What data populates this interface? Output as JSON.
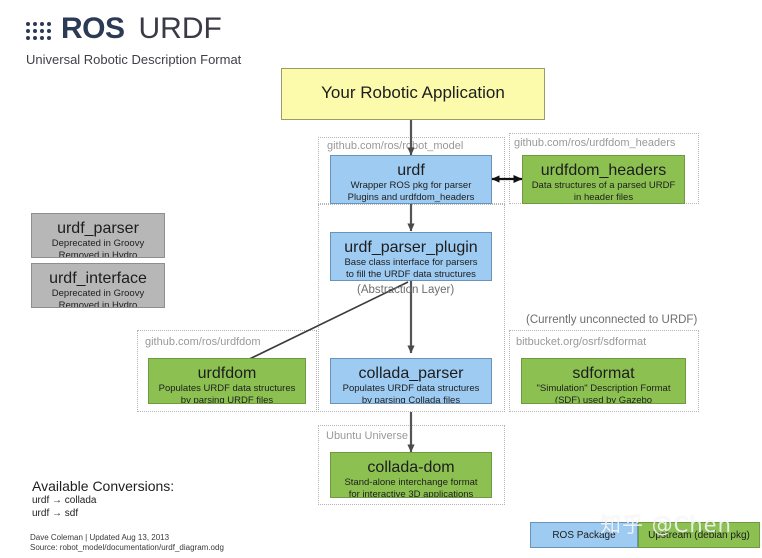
{
  "header": {
    "logo_text": "ROS",
    "logo_icon": "ros-dot-grid-icon",
    "title": "URDF",
    "subtitle": "Universal Robotic Description Format"
  },
  "nodes": {
    "app": {
      "title": "Your Robotic Application",
      "desc": "",
      "color": "#fbfbab"
    },
    "urdf": {
      "title": "urdf",
      "desc_line1": "Wrapper ROS pkg for parser",
      "desc_line2": "Plugins and urdfdom_headers",
      "color": "#9ecbf2"
    },
    "urdfdom_headers": {
      "title": "urdfdom_headers",
      "desc_line1": "Data structures of a parsed URDF",
      "desc_line2": "in header files",
      "color": "#8cc152"
    },
    "urdf_parser_plugin": {
      "title": "urdf_parser_plugin",
      "desc_line1": "Base class interface for parsers",
      "desc_line2": "to fill the URDF data structures",
      "color": "#9ecbf2"
    },
    "urdfdom": {
      "title": "urdfdom",
      "desc_line1": "Populates URDF data structures",
      "desc_line2": "by parsing URDF files",
      "color": "#8cc152"
    },
    "collada_parser": {
      "title": "collada_parser",
      "desc_line1": "Populates URDF data structures",
      "desc_line2": "by parsing Collada files",
      "color": "#9ecbf2"
    },
    "sdformat": {
      "title": "sdformat",
      "desc_line1": "\"Simulation\" Description Format",
      "desc_line2": "(SDF) used by Gazebo",
      "color": "#8cc152"
    },
    "collada_dom": {
      "title": "collada-dom",
      "desc_line1": "Stand-alone interchange format",
      "desc_line2": "for interactive 3D applications",
      "color": "#8cc152"
    },
    "urdf_parser": {
      "title": "urdf_parser",
      "desc_line1": "Deprecated in Groovy",
      "desc_line2": "Removed in Hydro",
      "color": "#b7b7b7"
    },
    "urdf_interface": {
      "title": "urdf_interface",
      "desc_line1": "Deprecated in Groovy",
      "desc_line2": "Removed in Hydro",
      "color": "#b7b7b7"
    }
  },
  "groups": {
    "robot_model": "github.com/ros/robot_model",
    "urdfdom_headers": "github.com/ros/urdfdom_headers",
    "urdfdom": "github.com/ros/urdfdom",
    "sdformat": "bitbucket.org/osrf/sdformat",
    "ubuntu_universe": "Ubuntu Universe"
  },
  "notes": {
    "abstraction_layer": "(Abstraction Layer)",
    "unconnected": "(Currently unconnected to URDF)"
  },
  "conversions": {
    "title": "Available Conversions:",
    "lines": [
      "urdf  →  collada",
      "urdf  →  sdf"
    ]
  },
  "credit": {
    "line1": "Dave Coleman | Updated Aug 13, 2013",
    "line2": "Source: robot_model/documentation/urdf_diagram.odg"
  },
  "legend": {
    "ros_package": "ROS Package",
    "upstream": "Upstream (debian pkg)"
  },
  "watermark": {
    "text": "知乎 @Chen"
  },
  "colors": {
    "yellow": "#fbfbab",
    "blue": "#9ecbf2",
    "green": "#8cc152",
    "gray": "#b7b7b7",
    "group_border": "#b5b5b5",
    "arrow": "#555555",
    "logo": "#2b3a55"
  }
}
